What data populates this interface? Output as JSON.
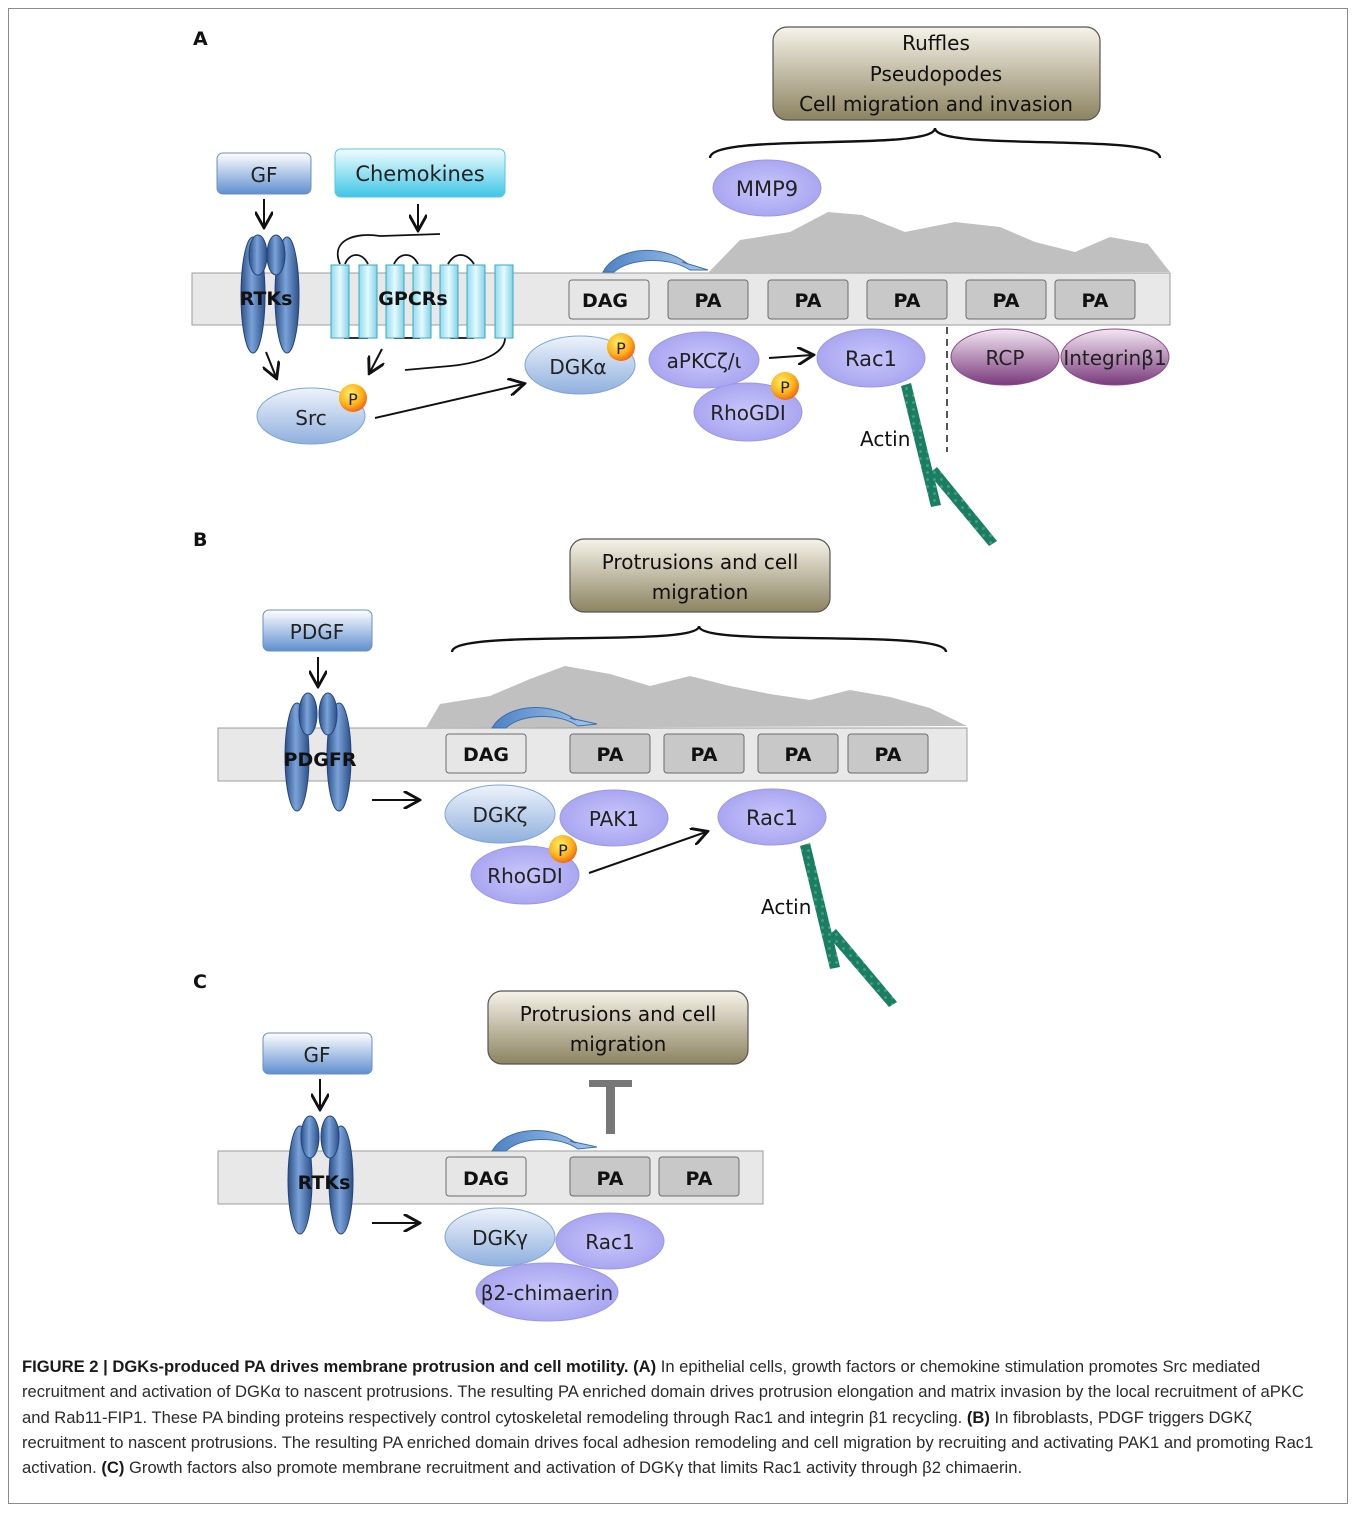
{
  "panels": {
    "a": {
      "letter": "A",
      "outcome": [
        "Ruffles",
        "Pseudopodes",
        "Cell migration and invasion"
      ],
      "gf": "GF",
      "chemokines": "Chemokines",
      "rtks": "RTKs",
      "gpcrs": "GPCRs",
      "mmp9": "MMP9",
      "dag": "DAG",
      "pa": "PA",
      "src": "Src",
      "p": "P",
      "dgk": "DGKα",
      "apkc": "aPKCζ/ι",
      "rac1": "Rac1",
      "rhogdi": "RhoGDI",
      "rcp": "RCP",
      "integrin": "Integrinβ1",
      "actin": "Actin"
    },
    "b": {
      "letter": "B",
      "outcome": [
        "Protrusions and cell",
        "migration"
      ],
      "pdgf": "PDGF",
      "pdgfr": "PDGFR",
      "dag": "DAG",
      "pa": "PA",
      "dgk": "DGKζ",
      "pak1": "PAK1",
      "rac1": "Rac1",
      "rhogdi": "RhoGDI",
      "p": "P",
      "actin": "Actin"
    },
    "c": {
      "letter": "C",
      "outcome": [
        "Protrusions and cell",
        "migration"
      ],
      "gf": "GF",
      "rtks": "RTKs",
      "dag": "DAG",
      "pa": "PA",
      "dgk": "DGKγ",
      "rac1": "Rac1",
      "chimaerin": "β2-chimaerin"
    }
  },
  "caption": {
    "title": "FIGURE 2 | DGKs-produced PA drives membrane protrusion and cell motility.",
    "a_label": "(A)",
    "a_text": "In epithelial cells, growth factors or chemokine stimulation promotes Src mediated recruitment and activation of DGKα to nascent protrusions. The resulting PA enriched domain drives protrusion elongation and matrix invasion by the local recruitment of aPKC and Rab11-FIP1. These PA binding proteins respectively control cytoskeletal remodeling through Rac1 and integrin β1 recycling.",
    "b_label": "(B)",
    "b_text": "In fibroblasts, PDGF triggers DGKζ recruitment to nascent protrusions. The resulting PA enriched domain drives focal adhesion remodeling and cell migration by recruiting and activating PAK1 and promoting Rac1 activation.",
    "c_label": "(C)",
    "c_text": "Growth factors also promote membrane recruitment and activation of DGKγ that limits Rac1 activity through β2 chimaerin."
  },
  "colors": {
    "membrane": "#e8e8e8",
    "pa_box": "#c8c8c8",
    "outcome_top": "#f4f1e6",
    "outcome_bottom": "#8f8660",
    "violet": "#b3b0f4",
    "blue_oval": "#a9c2e4",
    "actin": "#1b7e62",
    "arrow_blue": "#6c9fd6"
  }
}
